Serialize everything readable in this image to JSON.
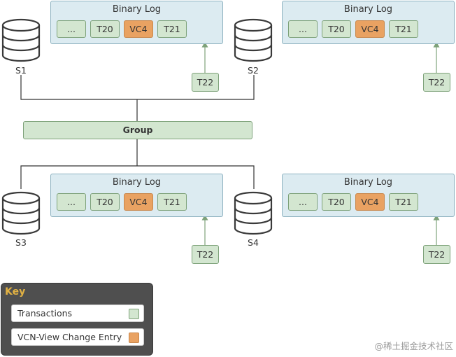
{
  "diagram": {
    "binary_log_title": "Binary Log",
    "log_entries": [
      "...",
      "T20",
      "VC4",
      "T21"
    ],
    "incoming_transaction": "T22",
    "group_label": "Group",
    "servers": [
      "S1",
      "S2",
      "S3",
      "S4"
    ]
  },
  "key": {
    "title": "Key",
    "items": [
      {
        "label": "Transactions",
        "swatch_color": "#d3e6d0"
      },
      {
        "label": "VCN-View Change Entry",
        "swatch_color": "#e9a262"
      }
    ]
  },
  "colors": {
    "transaction_fill": "#d3e6d0",
    "view_change_fill": "#e9a262",
    "binary_log_fill": "#dcebf1",
    "connector": "#333333",
    "arrow": "#7ea27a"
  },
  "icons": {
    "server": "database-cylinder-icon"
  },
  "watermark": "@稀土掘金技术社区"
}
